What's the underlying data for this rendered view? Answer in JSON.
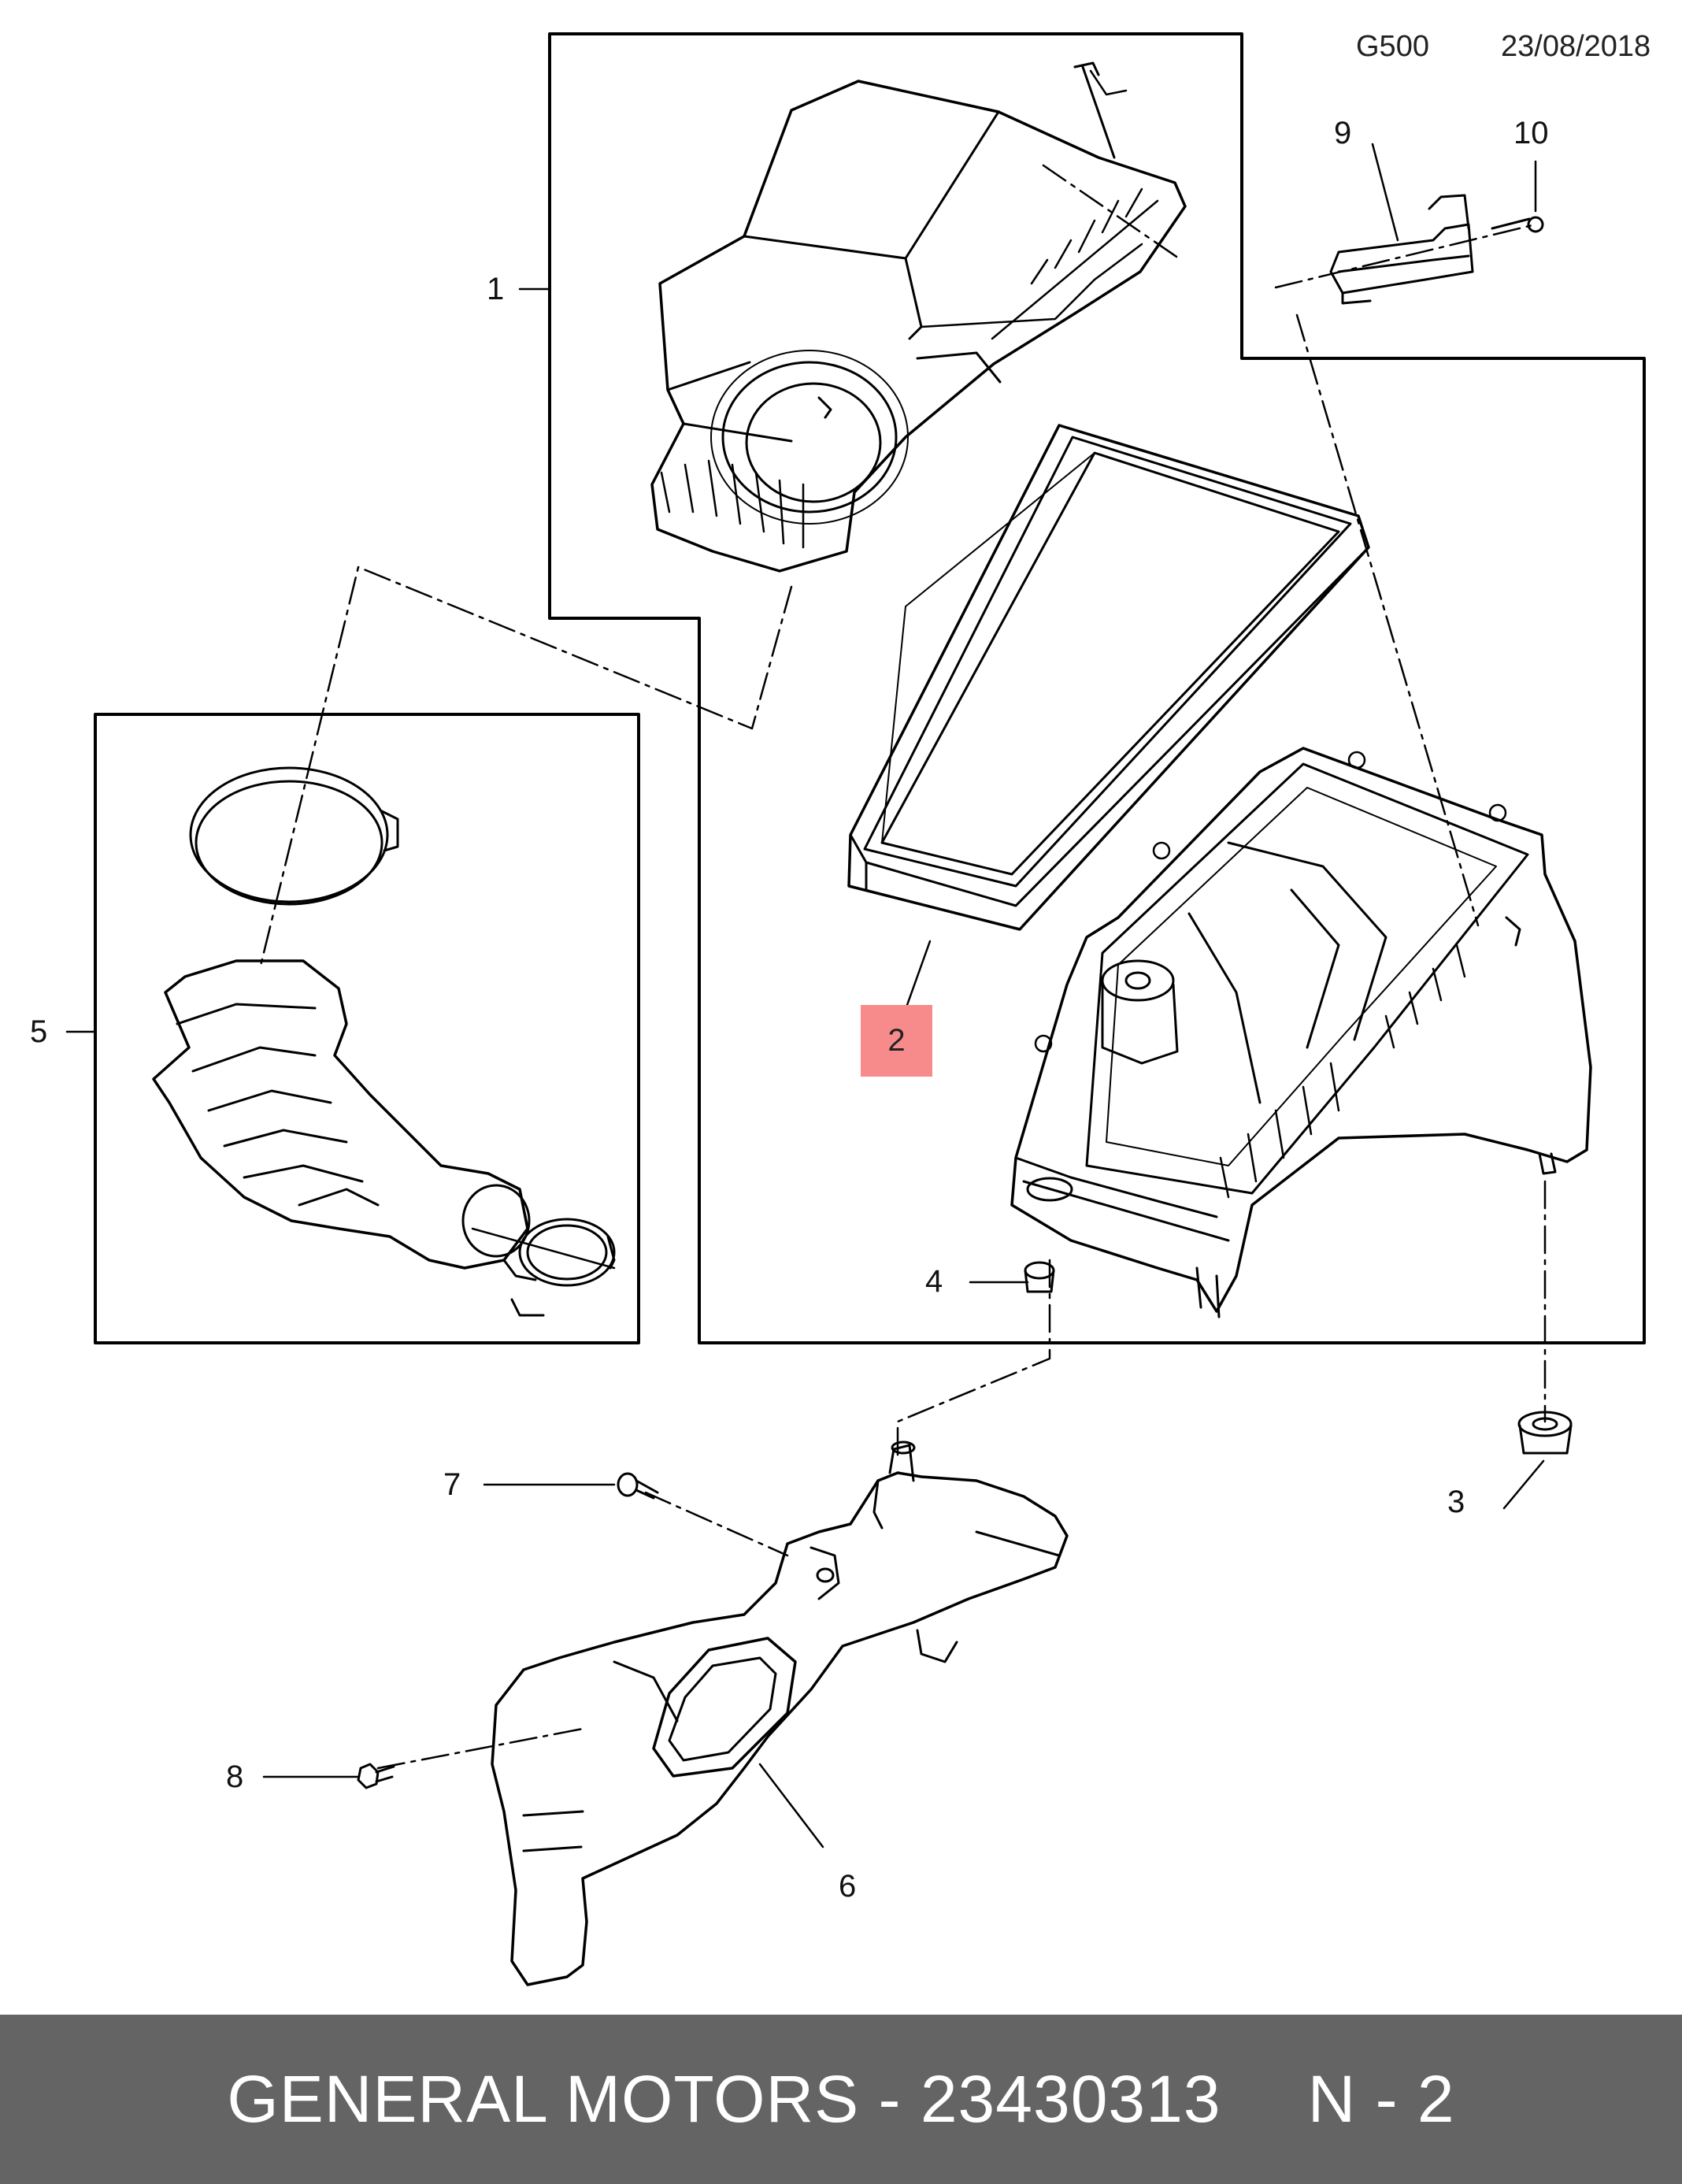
{
  "header": {
    "code": "G500",
    "date": "23/08/2018"
  },
  "callouts": {
    "c1": "1",
    "c2": "2",
    "c3": "3",
    "c4": "4",
    "c5": "5",
    "c6": "6",
    "c7": "7",
    "c8": "8",
    "c9": "9",
    "c10": "10"
  },
  "highlight": {
    "color": "#f78b8b",
    "callout": "c2"
  },
  "banner": {
    "brand_part": "GENERAL MOTORS - 23430313",
    "ref": "N - 2",
    "background": "#646464",
    "text_color": "#ffffff"
  }
}
